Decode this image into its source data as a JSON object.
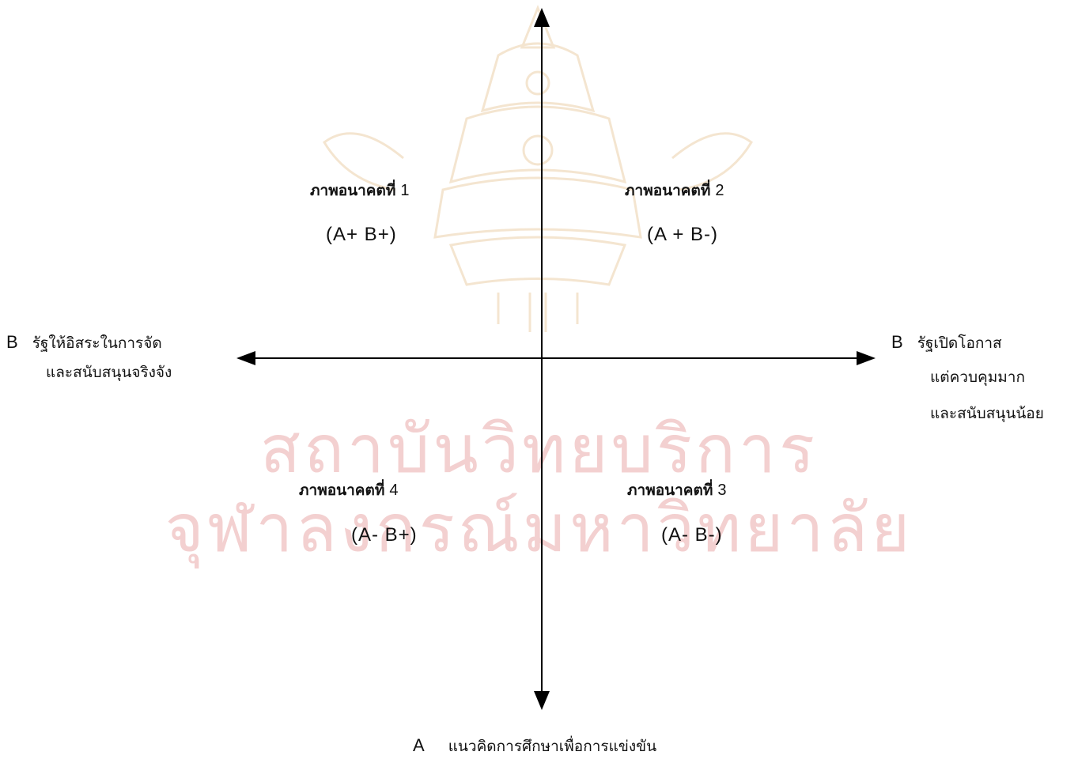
{
  "watermark": {
    "line1": "สถาบันวิทยบริการ",
    "line2": "จุฬาลงกรณ์มหาวิทยาลัย"
  },
  "quadrants": [
    {
      "title": "ภาพอนาคตที่",
      "number": "1",
      "code": "(A+  B+)"
    },
    {
      "title": "ภาพอนาคตที่",
      "number": "2",
      "code": "(A +  B-)"
    },
    {
      "title": "ภาพอนาคตที่",
      "number": "3",
      "code": "(A-  B-)"
    },
    {
      "title": "ภาพอนาคตที่",
      "number": "4",
      "code": "(A-  B+)"
    }
  ],
  "axes": {
    "left": {
      "letter": "B",
      "line1": "รัฐให้อิสระในการจัด",
      "line2": "และสนับสนุนจริงจัง"
    },
    "right": {
      "letter": "B",
      "line1": "รัฐเปิดโอกาส",
      "line2": "แต่ควบคุมมาก",
      "line3": "และสนับสนุนน้อย"
    },
    "bottom": {
      "letter": "A",
      "text": "แนวคิดการศึกษาเพื่อการแข่งขัน"
    }
  }
}
